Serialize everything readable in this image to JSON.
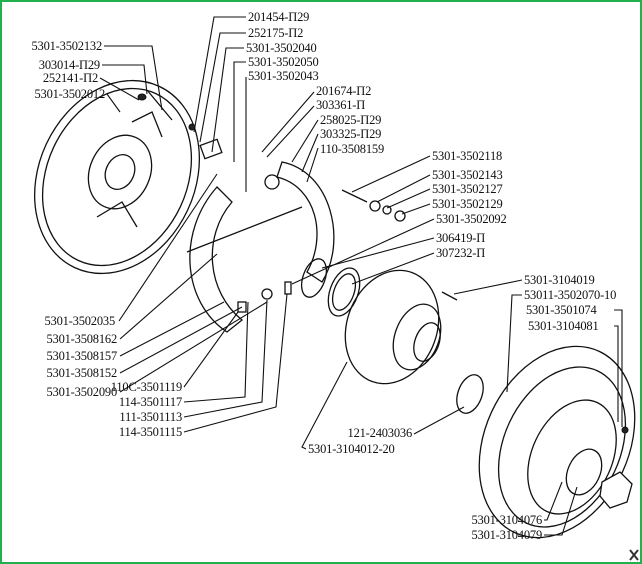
{
  "diagram": {
    "title_visible": false,
    "labels": {
      "l201454": "201454-П29",
      "l252175": "252175-П2",
      "l3502040": "5301-3502040",
      "l3502050": "5301-3502050",
      "l3502043": "5301-3502043",
      "l201674": "201674-П2",
      "l303361": "303361-П",
      "l258025": "258025-П29",
      "l303325": "303325-П29",
      "l3508159": "110-3508159",
      "l3502118": "5301-3502118",
      "l3502143": "5301-3502143",
      "l3502127": "5301-3502127",
      "l3502129": "5301-3502129",
      "l3502092": "5301-3502092",
      "l306419": "306419-П",
      "l307232": "307232-П",
      "l3104019": "5301-3104019",
      "l3502070": "53011-3502070-10",
      "l3501074": "5301-3501074",
      "l3104081": "5301-3104081",
      "l3502132": "5301-3502132",
      "l303014": "303014-П29",
      "l252141": "252141-П2",
      "l3502012": "5301-3502012",
      "l3502035": "5301-3502035",
      "l3508162": "5301-3508162",
      "l3508157": "5301-3508157",
      "l3508152": "5301-3508152",
      "l3502090": "5301-3502090",
      "l3501119": "110С-3501119",
      "l3501117": "114-3501117",
      "l3501113": "111-3501113",
      "l3501115": "114-3501115",
      "l2403036": "121-2403036",
      "l3104012": "5301-3104012-20",
      "l3104076": "5301-3104076",
      "l3104079": "5301-3104079"
    }
  },
  "colors": {
    "border": "#22b14c",
    "ink": "#111111"
  }
}
